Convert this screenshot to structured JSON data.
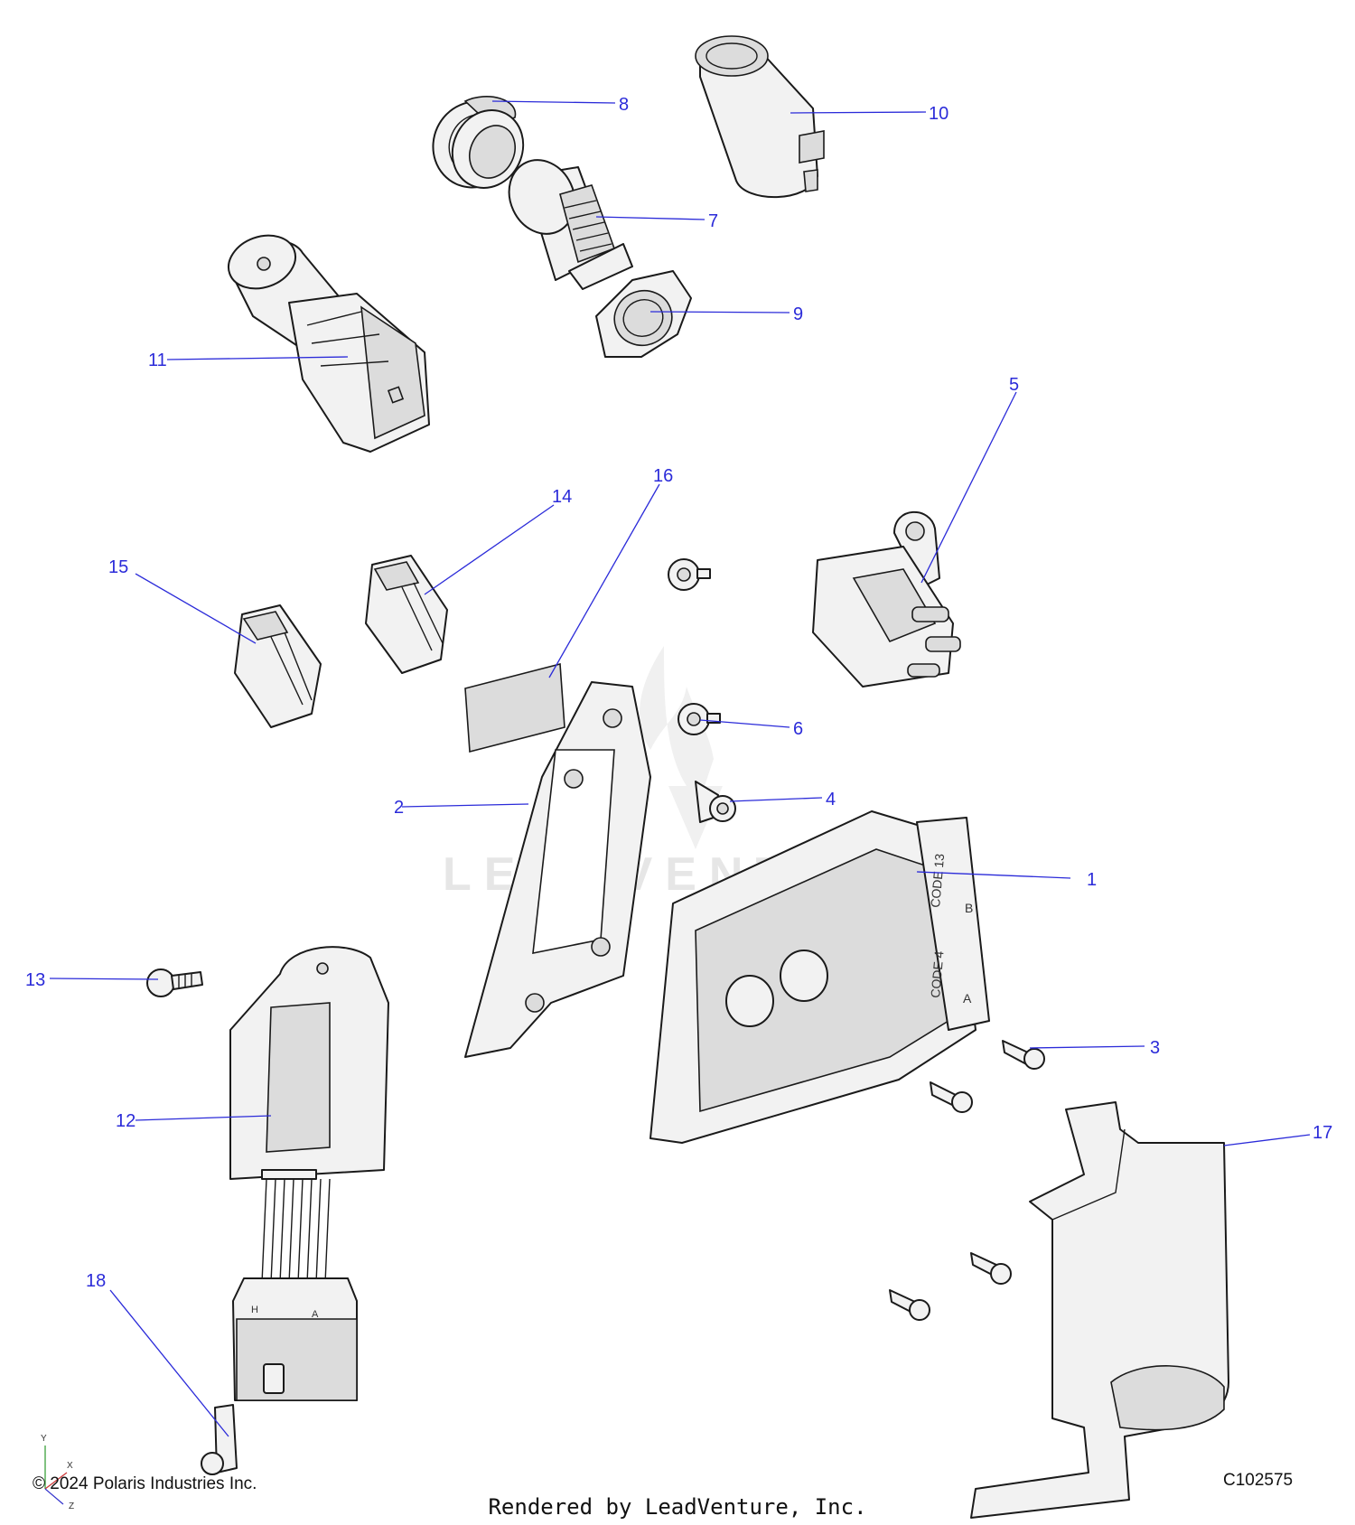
{
  "watermark": "LEADVENTURE",
  "copyright": "© 2024 Polaris Industries Inc.",
  "diagram_code": "C102575",
  "rendered_by": "Rendered by LeadVenture, Inc.",
  "axis": {
    "y": "Y",
    "x": "X",
    "z": "Z"
  },
  "ecu_labels": {
    "code13": "CODE 13",
    "b": "B",
    "code4": "CODE 4",
    "a": "A"
  },
  "connector_labels": {
    "h": "H",
    "a": "A"
  },
  "callouts": [
    {
      "id": "1",
      "label": "1"
    },
    {
      "id": "2",
      "label": "2"
    },
    {
      "id": "3",
      "label": "3"
    },
    {
      "id": "4",
      "label": "4"
    },
    {
      "id": "5",
      "label": "5"
    },
    {
      "id": "6",
      "label": "6"
    },
    {
      "id": "7",
      "label": "7"
    },
    {
      "id": "8",
      "label": "8"
    },
    {
      "id": "9",
      "label": "9"
    },
    {
      "id": "10",
      "label": "10"
    },
    {
      "id": "11",
      "label": "11"
    },
    {
      "id": "12",
      "label": "12"
    },
    {
      "id": "13",
      "label": "13"
    },
    {
      "id": "14",
      "label": "14"
    },
    {
      "id": "15",
      "label": "15"
    },
    {
      "id": "16",
      "label": "16"
    },
    {
      "id": "17",
      "label": "17"
    },
    {
      "id": "18",
      "label": "18"
    }
  ]
}
